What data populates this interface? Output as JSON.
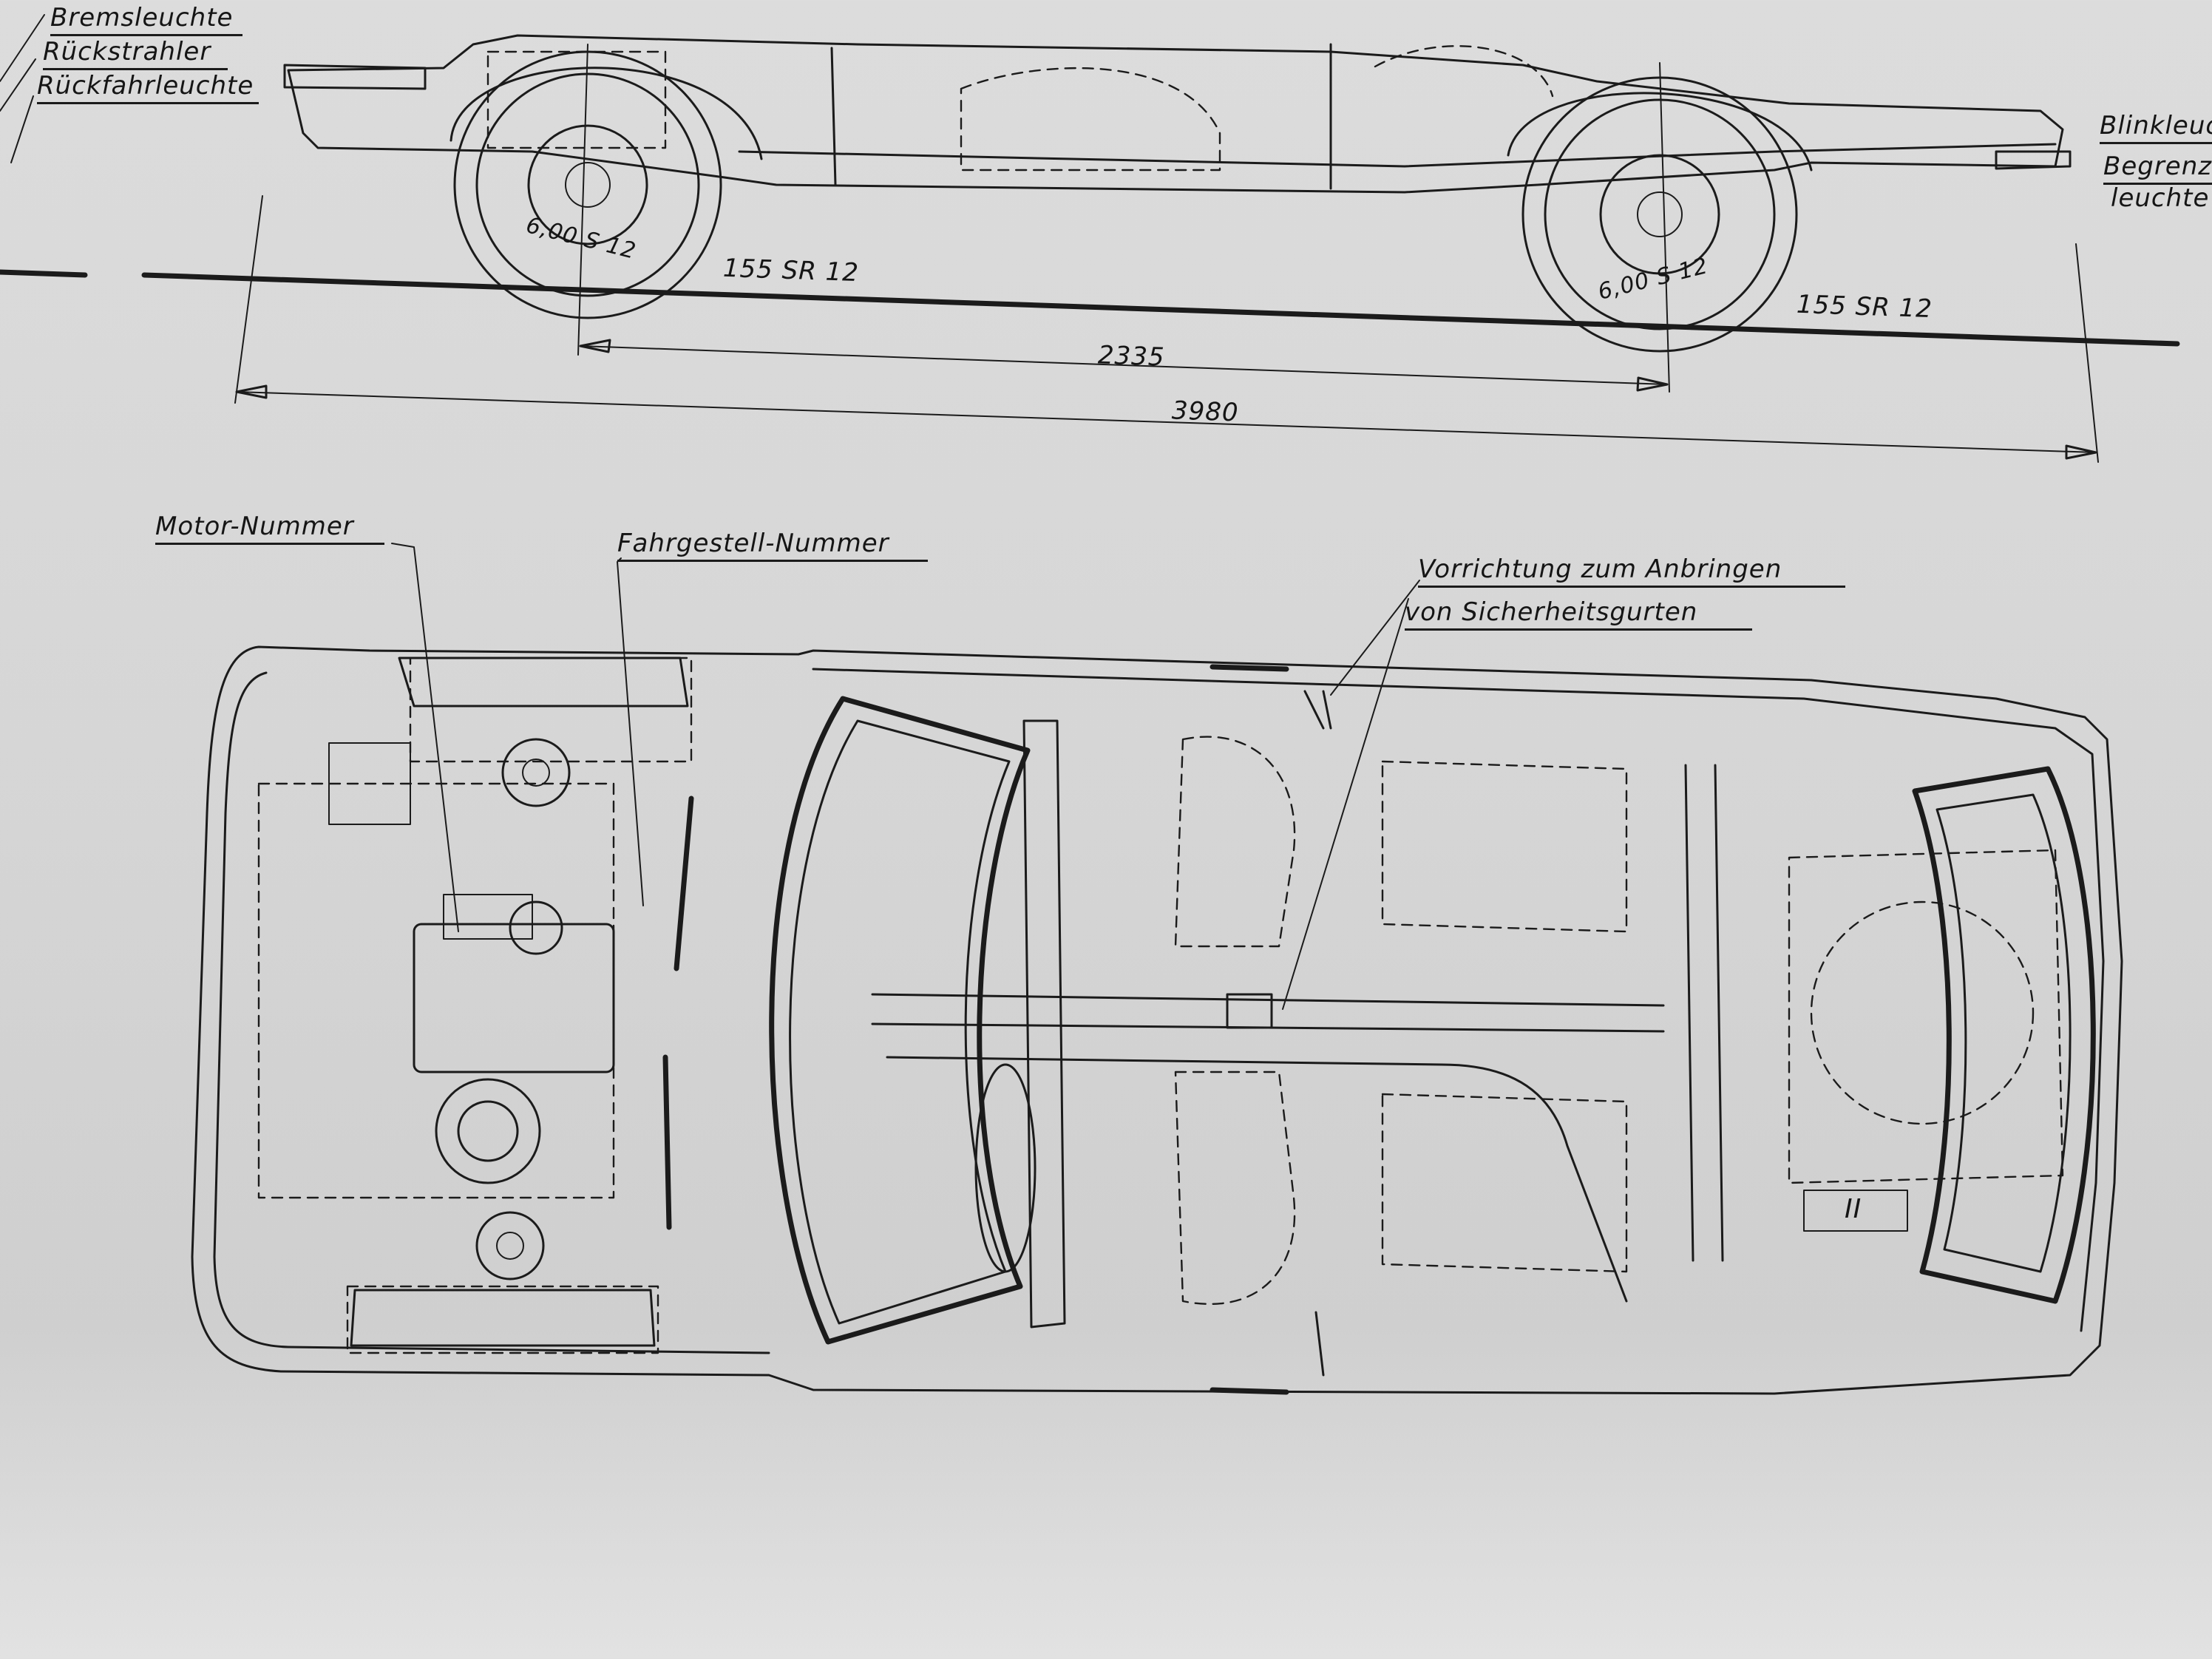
{
  "labels": {
    "bremsleuchte": "Bremsleuchte",
    "rueckstrahler": "Rückstrahler",
    "rueckfahrleuchte": "Rückfahrleuchte",
    "blinkleuchte": "Blinkleuc",
    "begrenz_line1": "Begrenz",
    "begrenz_line2": "leuchte",
    "motor_nummer": "Motor-Nummer",
    "fahrgestell_nummer": "Fahrgestell-Nummer",
    "vorrichtung_line1": "Vorrichtung zum Anbringen",
    "vorrichtung_line2": "von Sicherheitsgurten"
  },
  "tyres": {
    "rear_tyre_label": "6,00 S 12",
    "front_tyre_label": "6,00 S 12",
    "rear_radial_label": "155 SR 12",
    "front_radial_label": "155 SR 12"
  },
  "dimensions": {
    "wheelbase": "2335",
    "overall_length": "3980"
  },
  "marks": {
    "roman_two": "II"
  }
}
